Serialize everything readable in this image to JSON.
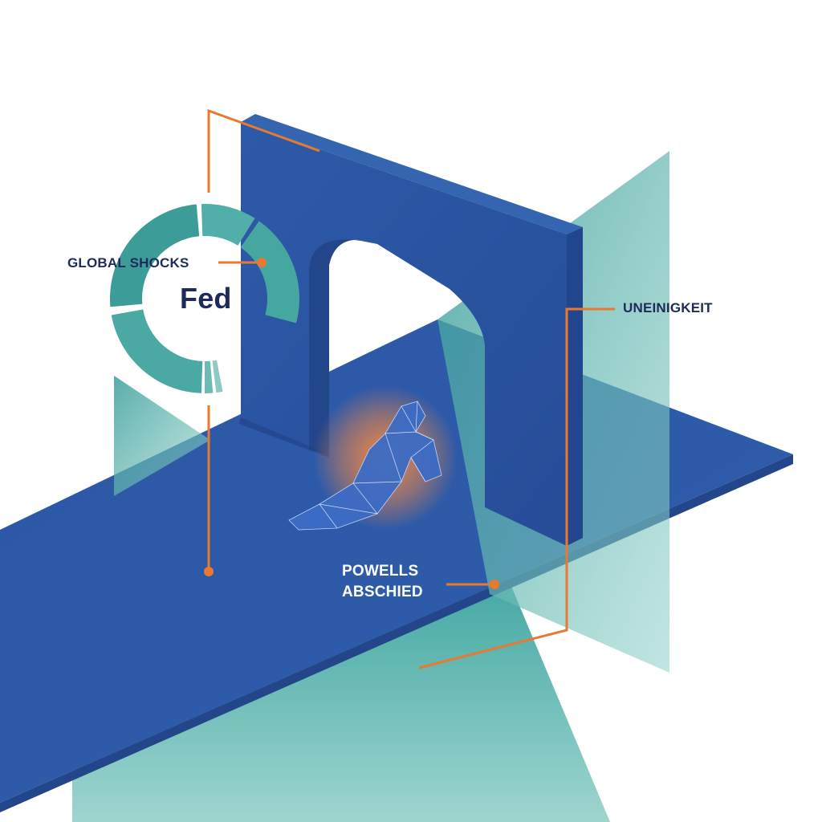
{
  "labels": {
    "global_shocks": "GLOBAL SHOCKS",
    "center": "Fed",
    "disunity": "UNEINIGKEIT",
    "departure_line1": "POWELLS",
    "departure_line2": "ABSCHIED"
  },
  "colors": {
    "background": "#ffffff",
    "floor_blue": "#2f5ba8",
    "arch_blue": "#2d58a5",
    "arch_side": "#23468a",
    "teal": "#49a9a4",
    "teal_light": "#7cc4bd",
    "accent_orange": "#e87a30",
    "text_navy": "#1f2a5c",
    "text_white": "#ffffff"
  },
  "ring_segments": [
    {
      "start_deg": 190,
      "end_deg": 268
    },
    {
      "start_deg": 270,
      "end_deg": 275
    },
    {
      "start_deg": 277,
      "end_deg": 281
    },
    {
      "start_deg": 95,
      "end_deg": 185
    },
    {
      "start_deg": 58,
      "end_deg": 92
    },
    {
      "start_deg": -15,
      "end_deg": 55
    }
  ],
  "icons": {
    "figure": "kneeling-low-poly-figure-icon",
    "callout_dot": "callout-dot-icon"
  }
}
